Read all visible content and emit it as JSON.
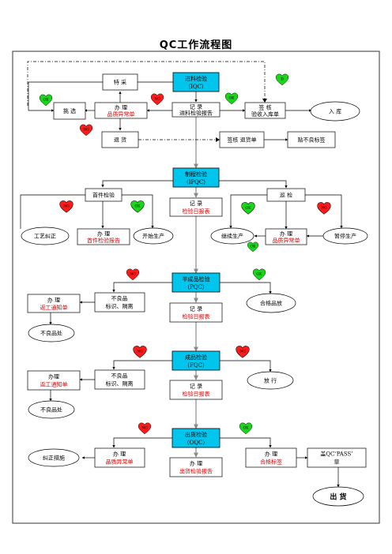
{
  "title": "QC工作流程图",
  "colors": {
    "ok": "#19d619",
    "ng": "#ff1a1a",
    "stage": "#00c6ee",
    "red_text": "#e00000"
  },
  "badges": {
    "ok": "OK",
    "ng": "NG",
    "d": "D"
  },
  "iqc": {
    "stage": [
      "进料检验",
      "（IQC）"
    ],
    "special": "特 采",
    "pick": "挑 选",
    "abnormal": [
      "办 理",
      "品质异常单"
    ],
    "record": [
      "记 录",
      "进料检验报告"
    ],
    "sign": [
      "签 核",
      "验收入库单"
    ],
    "warehouse": "入  库",
    "return": "退 货",
    "sign_return": "签核 退货单",
    "bad_label": "贴不良标签"
  },
  "ipqc": {
    "stage": [
      "制程检验",
      "（IPQC）"
    ],
    "first": "首件检验",
    "patrol": "巡 检",
    "record": [
      "记 录",
      "检验日报表"
    ],
    "correct": "工艺纠正",
    "first_report": [
      "办 理",
      "首件检验报告"
    ],
    "start": "开始生产",
    "continue": "继续生产",
    "abnormal": [
      "办 理",
      "品质异常单"
    ],
    "pause": "暂停生产"
  },
  "pqc1": {
    "stage": [
      "半成品检验",
      "（PQC）"
    ],
    "rework": [
      "办 理",
      "返工通知单"
    ],
    "defect": [
      "不良品",
      "标识、隔离"
    ],
    "record": [
      "记 录",
      "检验日报表"
    ],
    "release": "合格品放",
    "defect_place": "不良品处"
  },
  "pqc2": {
    "stage": [
      "成品检验",
      "（FQC）"
    ],
    "rework": [
      "办理",
      "返工通知单"
    ],
    "defect": [
      "不良品",
      "标识、隔离"
    ],
    "record": [
      "记 录",
      "检验日报表"
    ],
    "release": "放    行",
    "defect_place": "不良品处"
  },
  "oqc": {
    "stage": [
      "出货检验",
      "（OQC）"
    ],
    "correct": "纠正措施",
    "abnormal": [
      "办 理",
      "品质异常单"
    ],
    "report": [
      "办 理",
      "出货检验报告"
    ],
    "label": [
      "办 理",
      "合格标签"
    ],
    "stamp": [
      "盖QC‘PASS’",
      "章"
    ],
    "ship": "出  货"
  }
}
